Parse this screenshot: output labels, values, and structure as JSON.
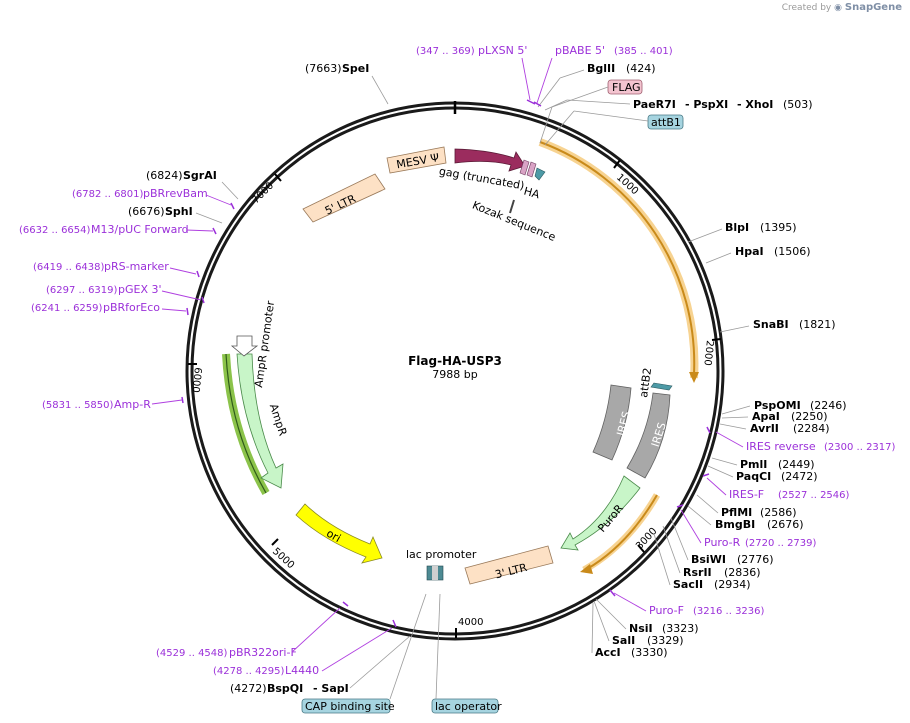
{
  "credit": {
    "prefix": "Created by",
    "brand": "SnapGene"
  },
  "plasmid": {
    "name": "Flag-HA-USP3",
    "size_label": "7988 bp",
    "length": 7988
  },
  "ticks": [
    "1000",
    "2000",
    "3000",
    "4000",
    "5000",
    "6000",
    "7000"
  ],
  "features": {
    "ltr5": "5' LTR",
    "mesv": "MESV Ψ",
    "gag": "gag (truncated)",
    "ha": "HA",
    "kozak": "Kozak sequence",
    "usp3": "",
    "attb2": "attB2",
    "ires_a": "IRES",
    "ires_b": "IRES",
    "puror": "PuroR",
    "ltr3": "3' LTR",
    "lacp": "lac promoter",
    "ori": "ori",
    "ampr": "AmpR",
    "amprp": "AmpR promoter"
  },
  "boxes": {
    "flag": "FLAG",
    "attb1": "attB1",
    "cap": "CAP binding site",
    "lacop": "lac operator"
  },
  "sites": {
    "spei": {
      "name": "SpeI",
      "pos": "(7663)"
    },
    "bglii": {
      "name": "BglII",
      "pos": "(424)"
    },
    "paer7i": {
      "name": "PaeR7I",
      "pos": ""
    },
    "pspxi": {
      "name": "- PspXI",
      "pos": ""
    },
    "xhoi": {
      "name": "- XhoI",
      "pos": "(503)"
    },
    "sgrai": {
      "name": "SgrAI",
      "pos": "(6824)"
    },
    "sphi": {
      "name": "SphI",
      "pos": "(6676)"
    },
    "blpi": {
      "name": "BlpI",
      "pos": "(1395)"
    },
    "hpai": {
      "name": "HpaI",
      "pos": "(1506)"
    },
    "snabi": {
      "name": "SnaBI",
      "pos": "(1821)"
    },
    "pspomi": {
      "name": "PspOMI",
      "pos": "(2246)"
    },
    "apai": {
      "name": "ApaI",
      "pos": "(2250)"
    },
    "avrii": {
      "name": "AvrII",
      "pos": "(2284)"
    },
    "pmli": {
      "name": "PmlI",
      "pos": "(2449)"
    },
    "paqci": {
      "name": "PaqCI",
      "pos": "(2472)"
    },
    "pflmi": {
      "name": "PflMI",
      "pos": "(2586)"
    },
    "bmgbi": {
      "name": "BmgBI",
      "pos": "(2676)"
    },
    "bsiwi": {
      "name": "BsiWI",
      "pos": "(2776)"
    },
    "rsrii": {
      "name": "RsrII",
      "pos": "(2836)"
    },
    "sacii": {
      "name": "SacII",
      "pos": "(2934)"
    },
    "nsii": {
      "name": "NsiI",
      "pos": "(3323)"
    },
    "sali": {
      "name": "SalI",
      "pos": "(3329)"
    },
    "acci": {
      "name": "AccI",
      "pos": "(3330)"
    },
    "bspqi": {
      "name": "BspQI",
      "pos": "(4272)"
    },
    "sapi": {
      "name": "- SapI",
      "pos": ""
    }
  },
  "primers": {
    "plxsn": {
      "name": "pLXSN 5'",
      "pos": "(347 .. 369)"
    },
    "pbabe": {
      "name": "pBABE 5'",
      "pos": "(385 .. 401)"
    },
    "pbrrevbam": {
      "name": "pBRrevBam",
      "pos": "(6782 .. 6801)"
    },
    "m13": {
      "name": "M13/pUC Forward",
      "pos": "(6632 .. 6654)"
    },
    "prs": {
      "name": "pRS-marker",
      "pos": "(6419 .. 6438)"
    },
    "pgex": {
      "name": "pGEX 3'",
      "pos": "(6297 .. 6319)"
    },
    "pbrforeco": {
      "name": "pBRforEco",
      "pos": "(6241 .. 6259)"
    },
    "ampr": {
      "name": "Amp-R",
      "pos": "(5831 .. 5850)"
    },
    "iresrev": {
      "name": "IRES reverse",
      "pos": "(2300 .. 2317)"
    },
    "iresf": {
      "name": "IRES-F",
      "pos": "(2527 .. 2546)"
    },
    "puror": {
      "name": "Puro-R",
      "pos": "(2720 .. 2739)"
    },
    "purof": {
      "name": "Puro-F",
      "pos": "(3216 .. 3236)"
    },
    "pbr322": {
      "name": "pBR322ori-F",
      "pos": "(4529 .. 4548)"
    },
    "l4440": {
      "name": "L4440",
      "pos": "(4278 .. 4295)"
    }
  },
  "colors": {
    "ltr": "#fde1c5",
    "mesv": "#fde1c5",
    "gag": "#9b2c5e",
    "usp3_glow": "#f7c66a",
    "usp3": "#c98a1a",
    "ires": "#a8a8a8",
    "puror": "#c8f5c8",
    "ori": "#ffff00",
    "ampr": "#c8f5c8",
    "ampr_glow": "#8bc34a",
    "primer": "#9b30d9",
    "flag": "#f3c4d0",
    "attb": "#a6d4e0"
  }
}
